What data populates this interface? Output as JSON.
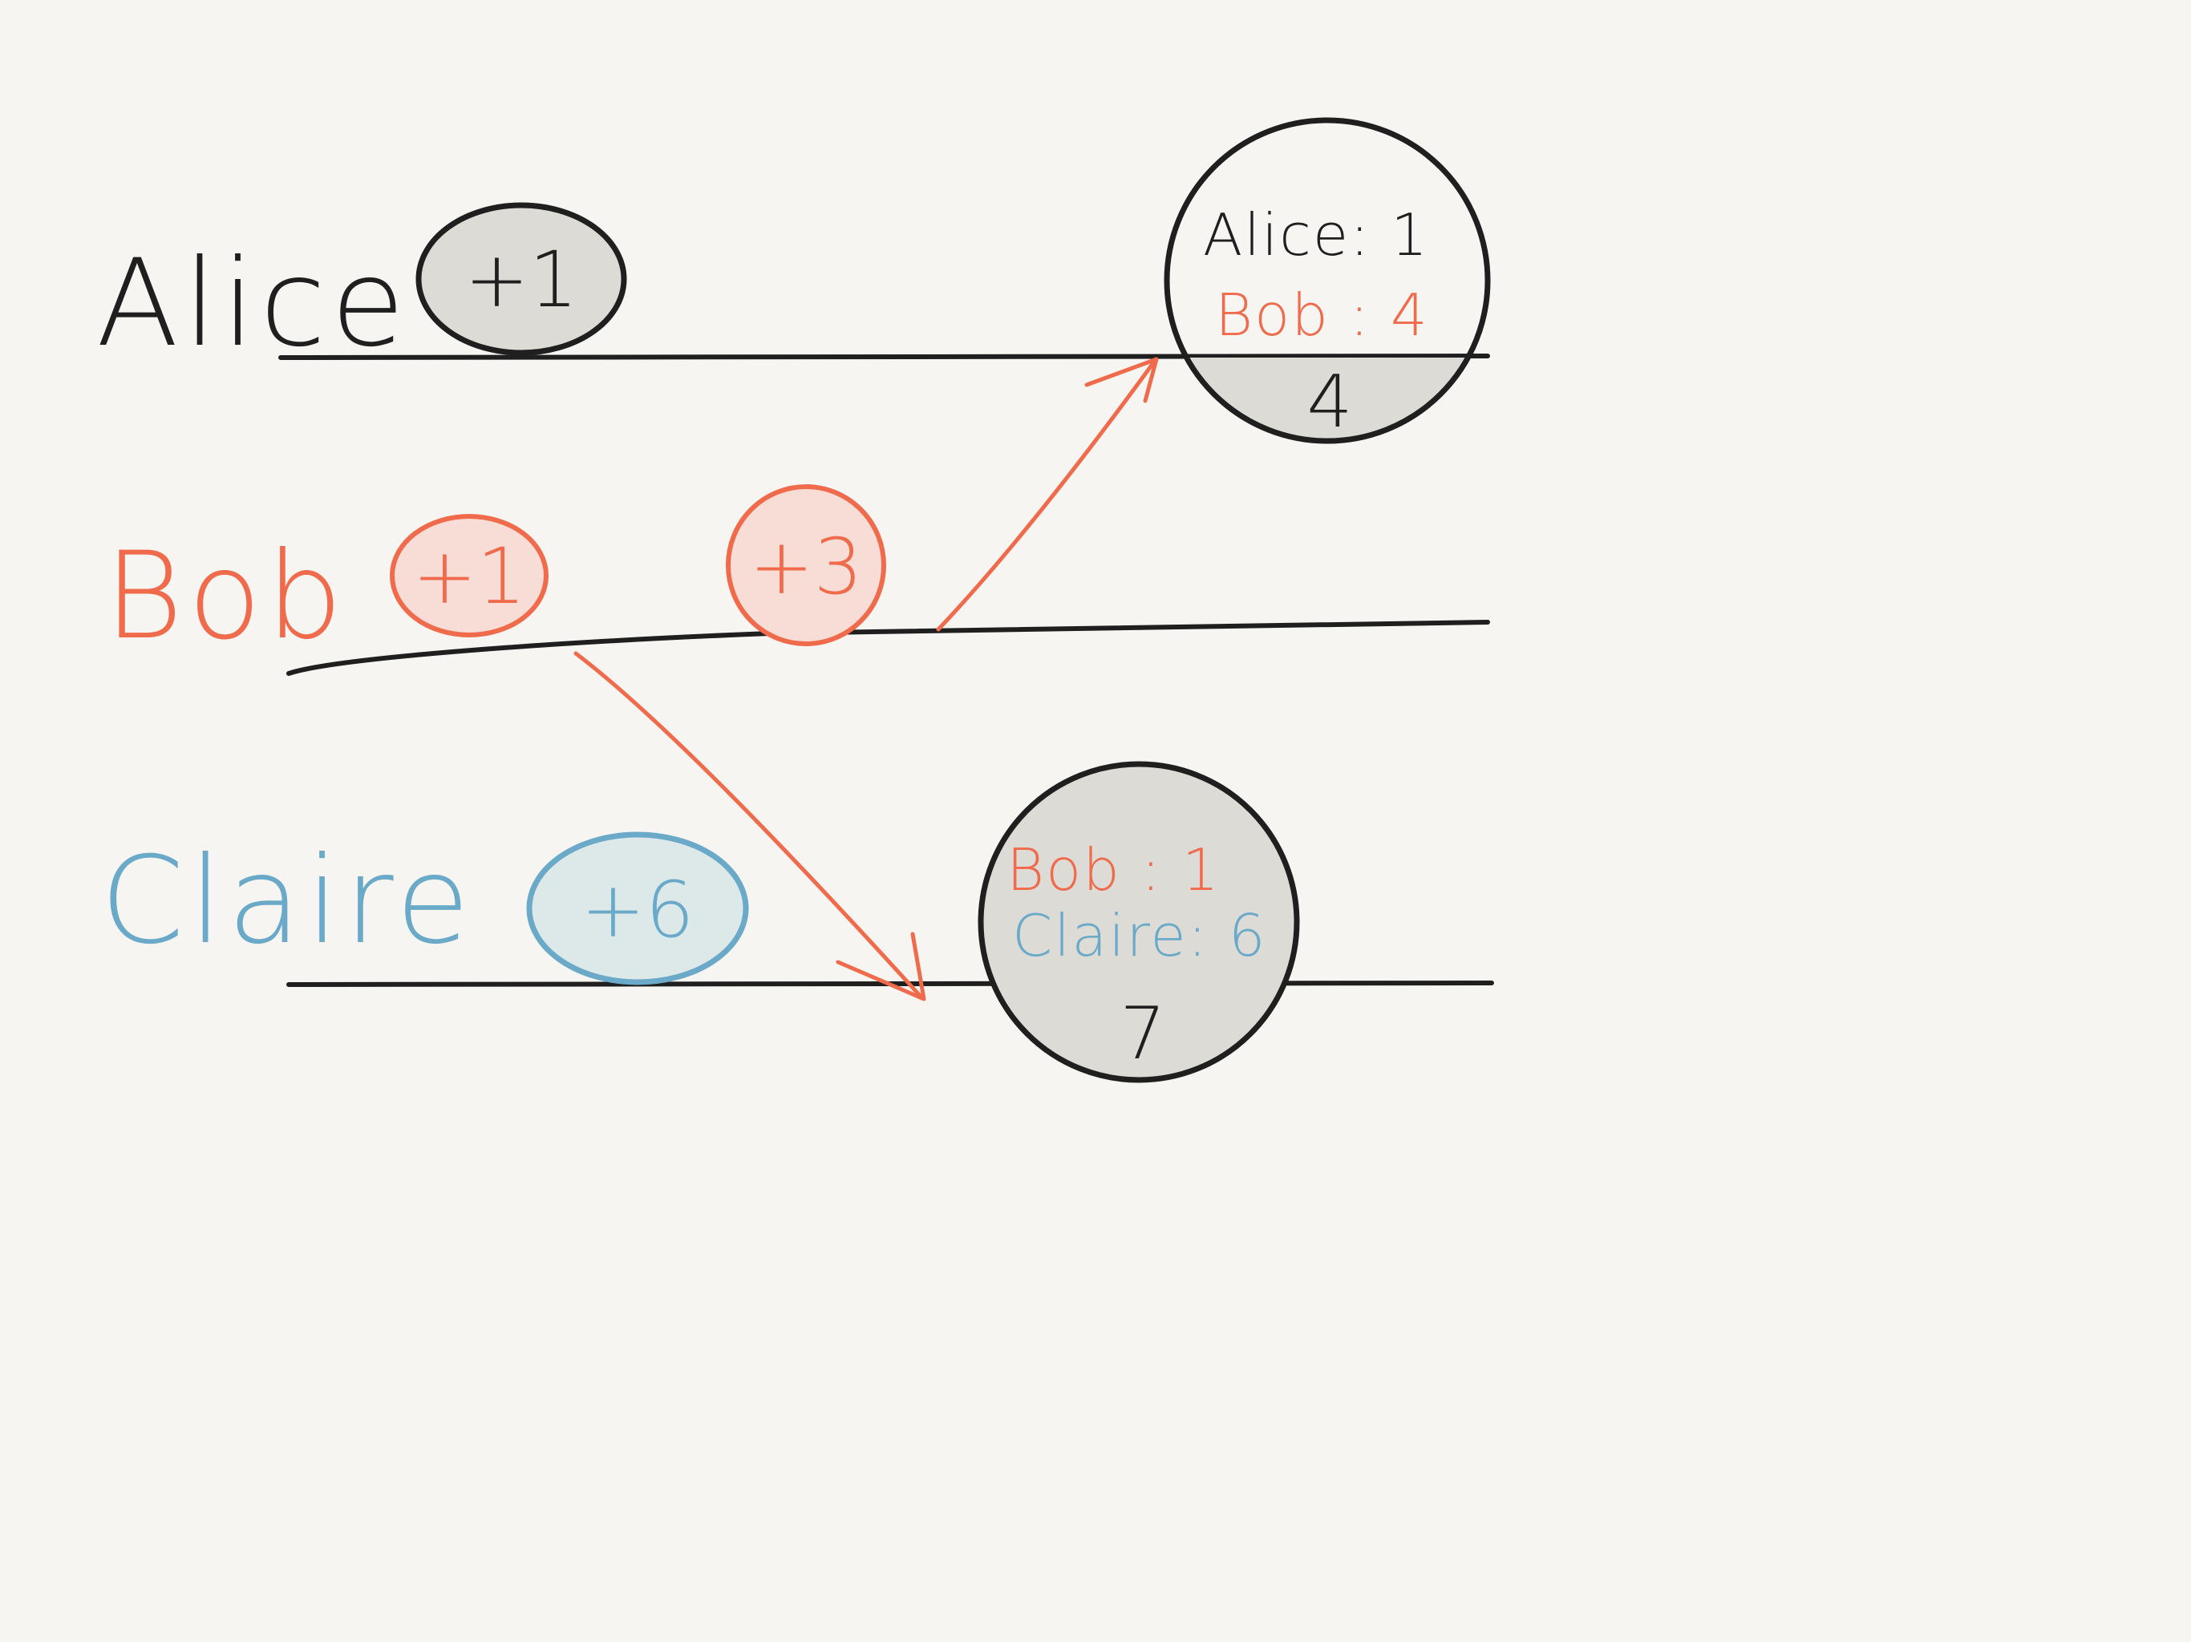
{
  "colors": {
    "background": "#f6f5f1",
    "ink": "#1f1f1f",
    "alice": "#1f1f1f",
    "bob": "#f06a4c",
    "claire": "#6aaac8",
    "alice_fill": "#dcdbd6",
    "bob_fill": "#f7ddd5",
    "claire_fill": "#dde8e9",
    "total_fill": "#dcdbd6"
  },
  "lanes": [
    {
      "name": "Alice",
      "ops": [
        {
          "label": "+1"
        }
      ]
    },
    {
      "name": "Bob",
      "ops": [
        {
          "label": "+1"
        },
        {
          "label": "+3"
        }
      ]
    },
    {
      "name": "Claire",
      "ops": [
        {
          "label": "+6"
        }
      ]
    }
  ],
  "states": [
    {
      "lane": "Alice",
      "entries": [
        {
          "text": "Alice: 1",
          "color": "#1f1f1f"
        },
        {
          "text": "Bob : 4",
          "color": "#f06a4c"
        }
      ],
      "total": "4"
    },
    {
      "lane": "Claire",
      "entries": [
        {
          "text": "Bob : 1",
          "color": "#f06a4c"
        },
        {
          "text": "Claire: 6",
          "color": "#6aaac8"
        }
      ],
      "total": "7"
    }
  ],
  "messages": [
    {
      "from": "Bob",
      "to": "Alice"
    },
    {
      "from": "Bob",
      "to": "Claire"
    }
  ]
}
